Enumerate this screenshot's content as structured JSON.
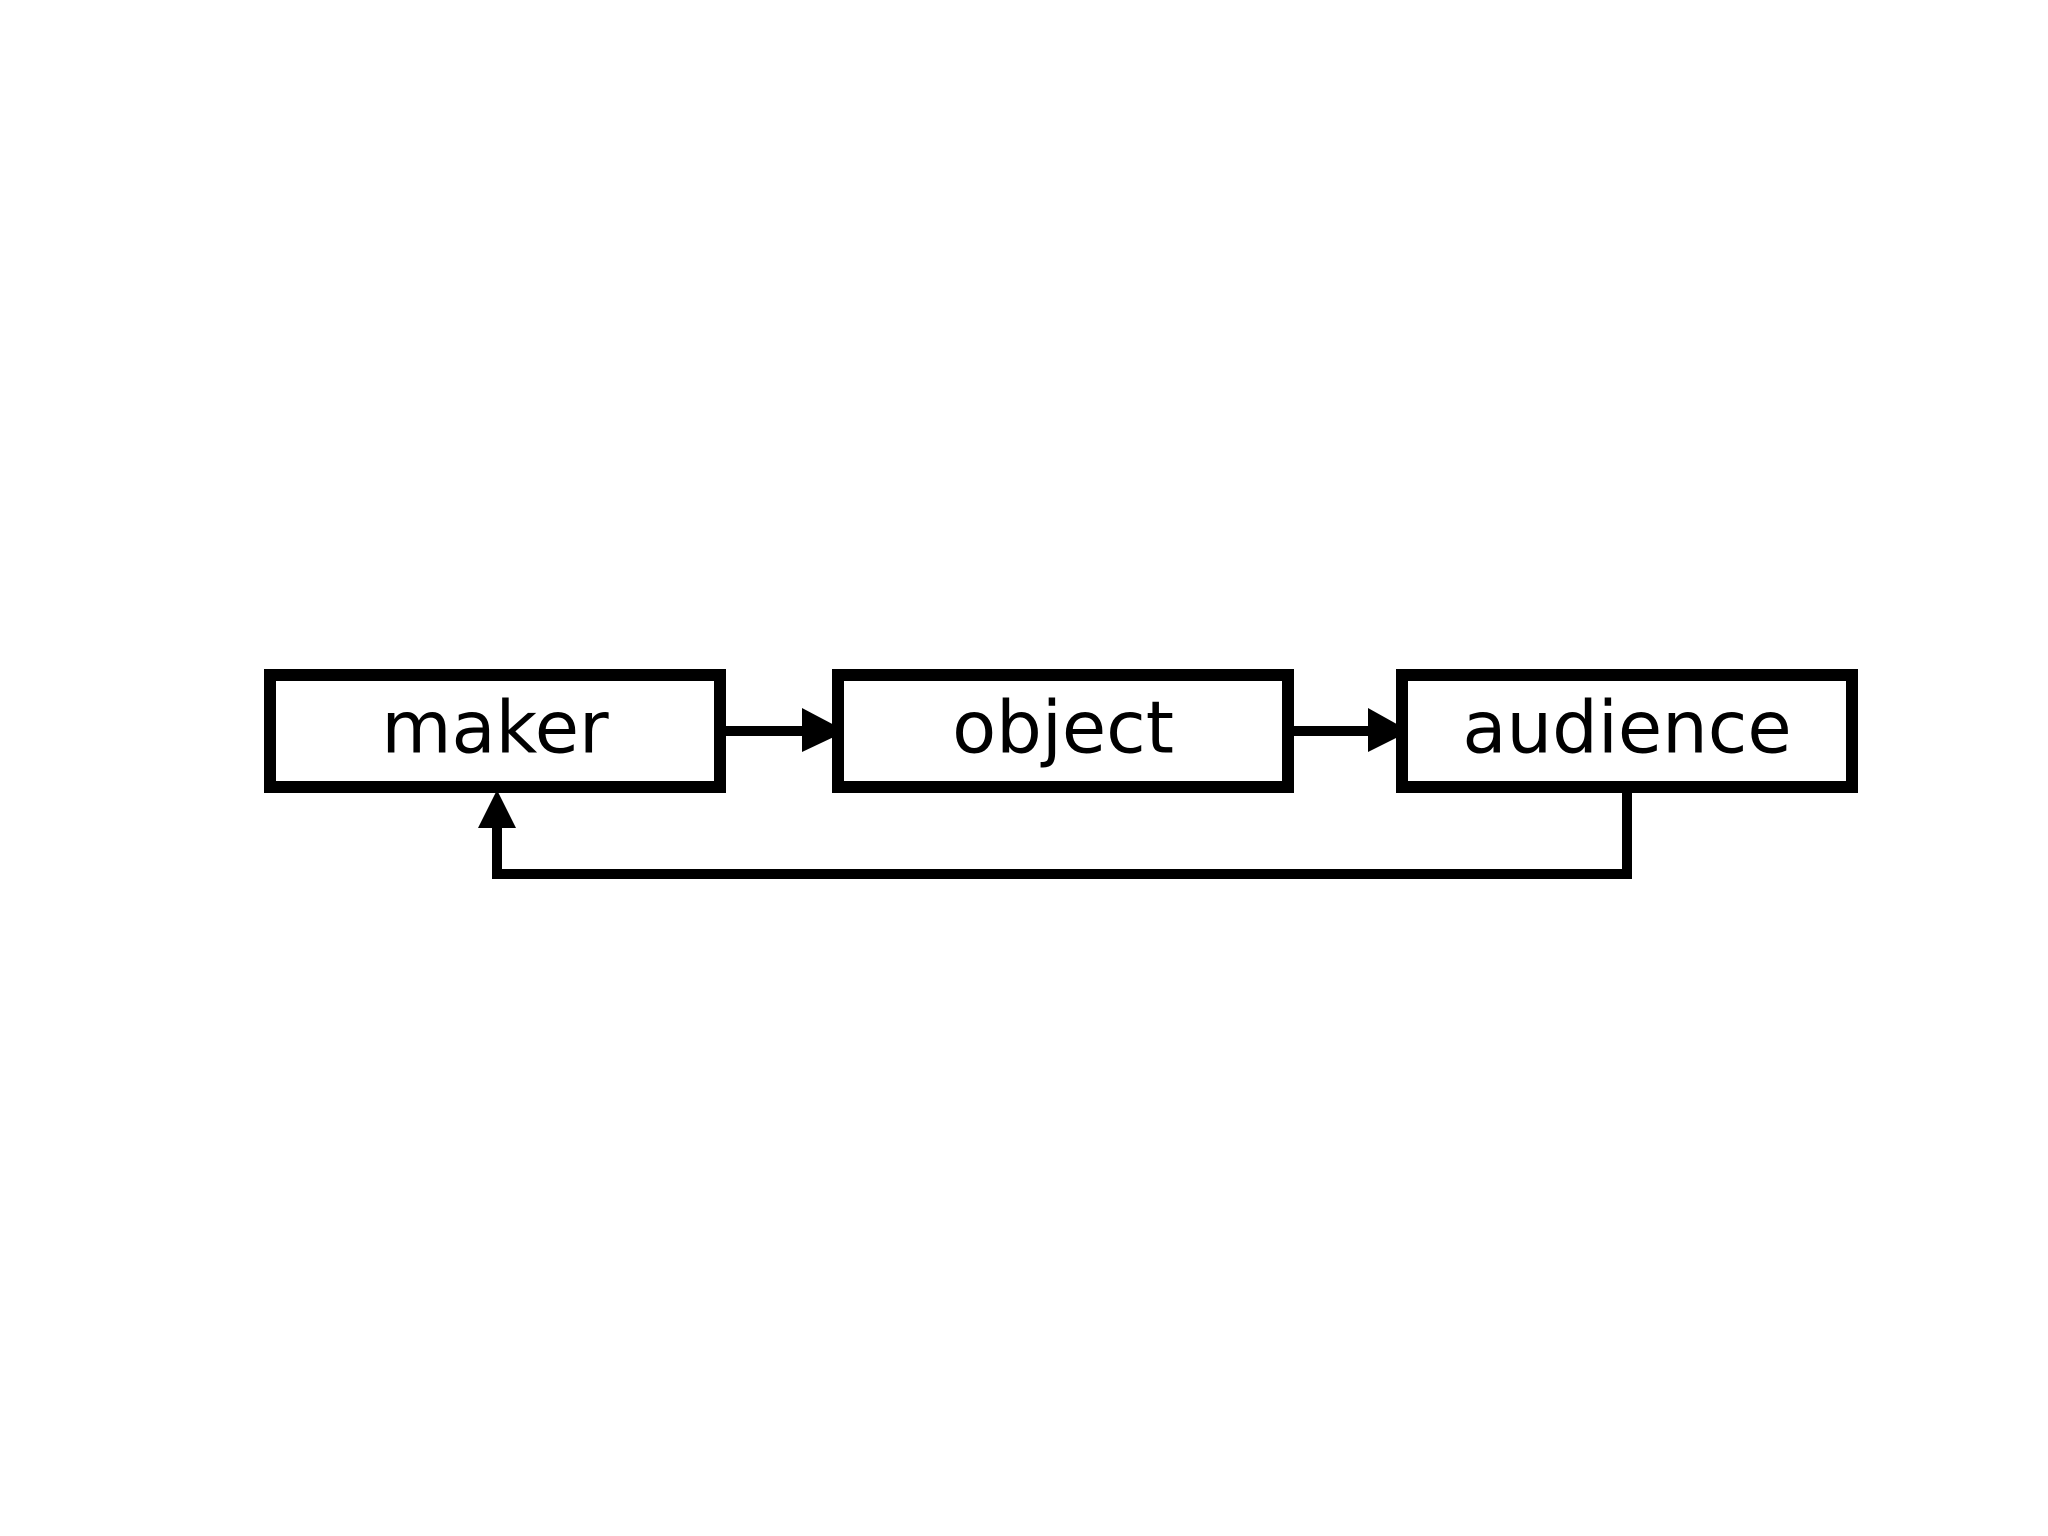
{
  "diagram": {
    "nodes": [
      {
        "id": "maker",
        "label": "maker"
      },
      {
        "id": "object",
        "label": "object"
      },
      {
        "id": "audience",
        "label": "audience"
      }
    ],
    "edges": [
      {
        "from": "maker",
        "to": "object"
      },
      {
        "from": "object",
        "to": "audience"
      },
      {
        "from": "audience",
        "to": "maker"
      }
    ]
  }
}
